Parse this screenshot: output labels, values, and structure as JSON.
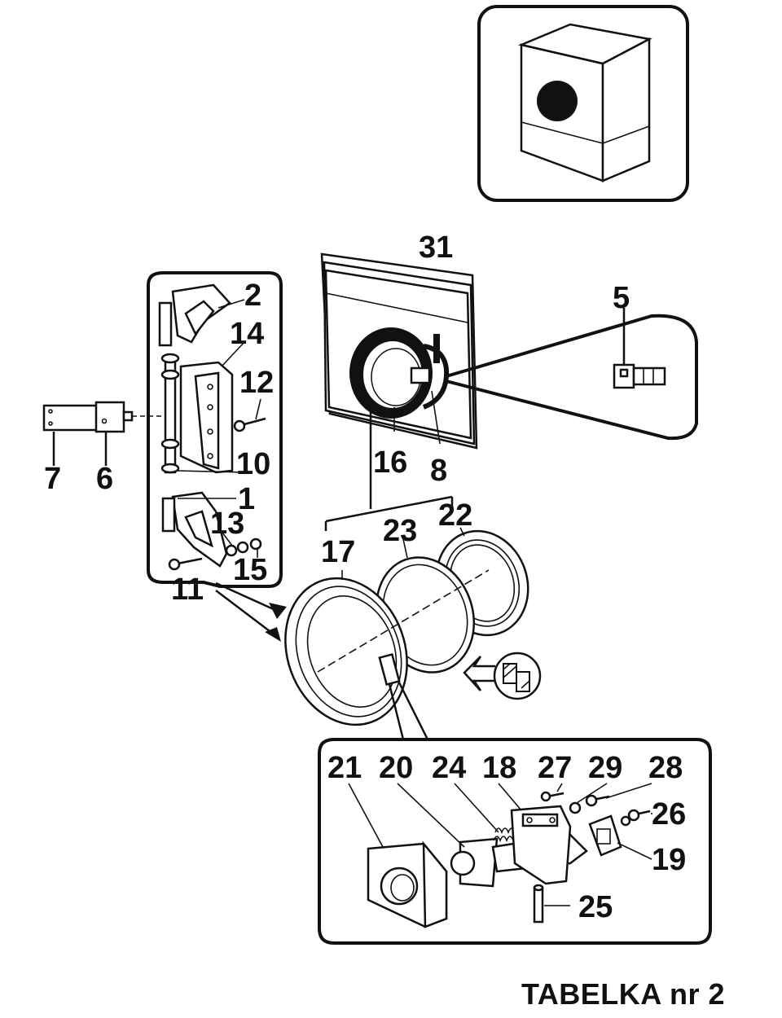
{
  "labels": {
    "p1": "1",
    "p2": "2",
    "p5": "5",
    "p6": "6",
    "p7": "7",
    "p8": "8",
    "p10": "10",
    "p11": "11",
    "p12": "12",
    "p13": "13",
    "p14": "14",
    "p15": "15",
    "p16": "16",
    "p17": "17",
    "p18": "18",
    "p19": "19",
    "p20": "20",
    "p21": "21",
    "p22": "22",
    "p23": "23",
    "p24": "24",
    "p25": "25",
    "p26": "26",
    "p27": "27",
    "p28": "28",
    "p29": "29",
    "p31": "31"
  },
  "caption": "TABELKA nr 2"
}
